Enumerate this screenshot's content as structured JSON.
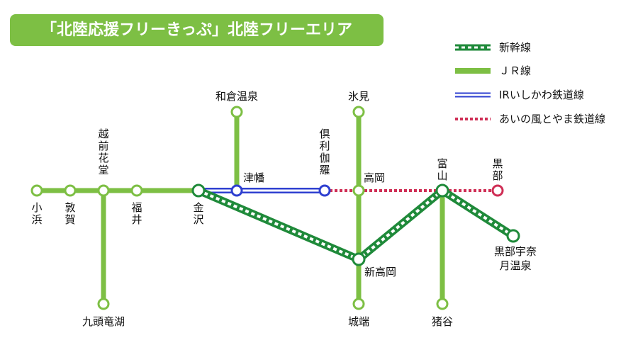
{
  "title": "「北陸応援フリーきっぷ」北陸フリーエリア",
  "legend": [
    {
      "key": "shinkansen",
      "label": "新幹線"
    },
    {
      "key": "jr",
      "label": "ＪＲ線"
    },
    {
      "key": "ir",
      "label": "IRいしかわ鉄道線"
    },
    {
      "key": "ainokaze",
      "label": "あいの風とやま鉄道線"
    }
  ],
  "colors": {
    "green_line": "#7dbf44",
    "shinkansen_dark": "#1f8a3a",
    "ir_blue": "#2e3fd0",
    "ainokaze_red": "#cf2e55"
  },
  "stations": {
    "kohama": "小浜",
    "tsuruga": "敦賀",
    "echizen": "越前花堂",
    "fukui": "福井",
    "kanazawa": "金沢",
    "tsubata": "津幡",
    "kurikara": "倶利伽羅",
    "takaoka": "高岡",
    "toyama": "富山",
    "kurobe": "黒部",
    "wakura": "和倉温泉",
    "himi": "氷見",
    "kuzuryuko": "九頭竜湖",
    "jouhana": "城端",
    "shintakaoka": "新高岡",
    "inotani": "猪谷",
    "unazuki": "黒部宇奈月温泉"
  }
}
